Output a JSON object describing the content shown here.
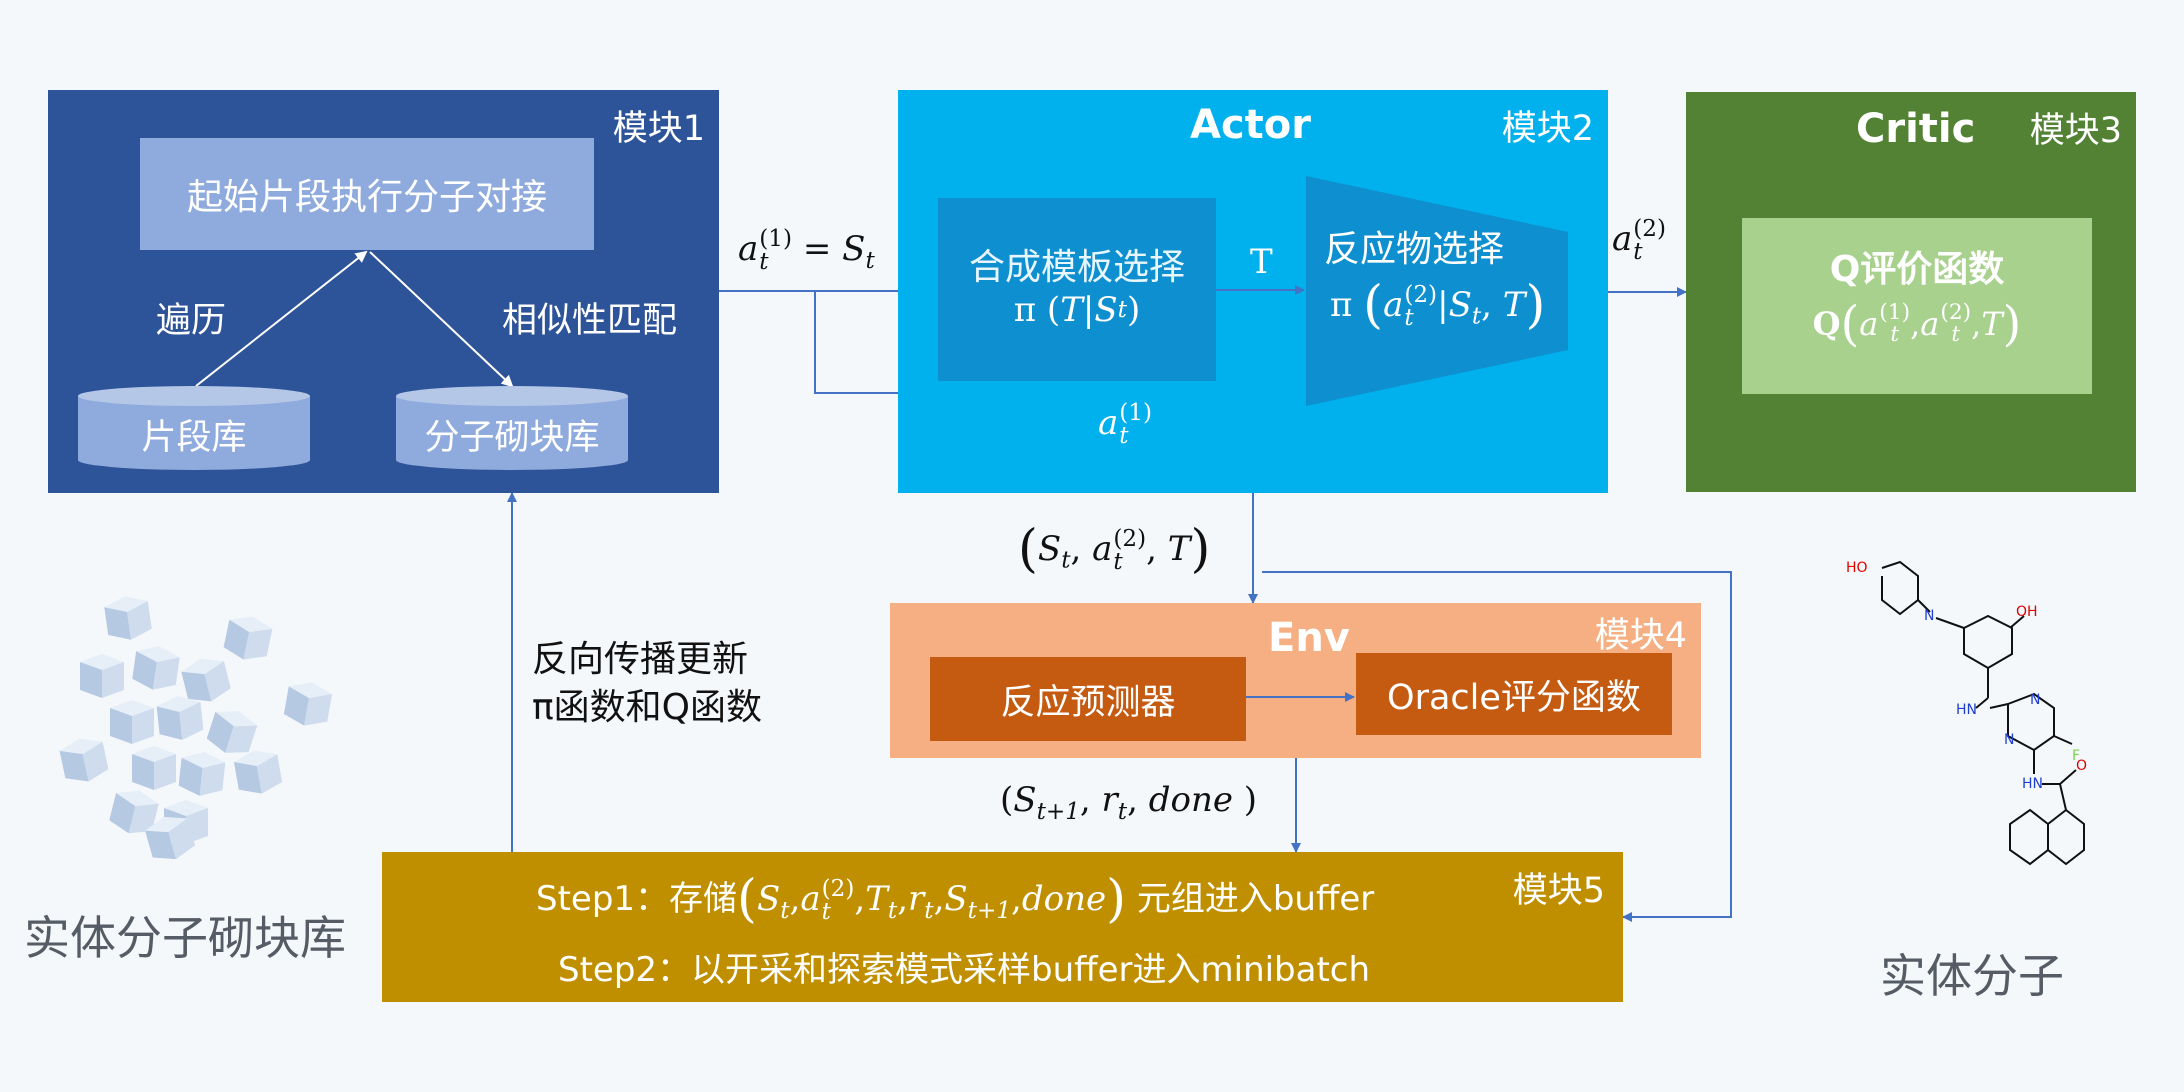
{
  "module1": {
    "label": "模块1",
    "dock_box": "起始片段执行分子对接",
    "traverse": "遍历",
    "similarity": "相似性匹配",
    "db_fragments": "片段库",
    "db_blocks": "分子砌块库"
  },
  "module2": {
    "title": "Actor",
    "label": "模块2",
    "template_select": "合成模板选择",
    "reactant_select": "反应物选择",
    "T_label": "T"
  },
  "module3": {
    "title": "Critic",
    "label": "模块3",
    "q_title": "Q评价函数"
  },
  "module4": {
    "title": "Env",
    "label": "模块4",
    "predictor": "反应预测器",
    "oracle": "Oracle评分函数"
  },
  "module5": {
    "label": "模块5",
    "step1_prefix": "Step1：存储",
    "step1_suffix": "元组进入buffer",
    "step2": "Step2：以开采和探索模式采样buffer进入minibatch"
  },
  "backprop": {
    "line1": "反向传播更新",
    "line2": "π函数和Q函数"
  },
  "left_caption": "实体分子砌块库",
  "right_caption": "实体分子",
  "molecule": {
    "atoms": {
      "ho": "HO",
      "oh": "OH",
      "n_pip": "N",
      "hn": "HN",
      "n1": "N",
      "n2": "N",
      "f": "F",
      "hn2": "HN",
      "o": "O"
    }
  },
  "colors": {
    "module1": "#2d5398",
    "module2": "#00b1ed",
    "module3": "#548235",
    "module4": "#f5af82",
    "module5": "#bf8f00",
    "arrow": "#4472c4"
  }
}
